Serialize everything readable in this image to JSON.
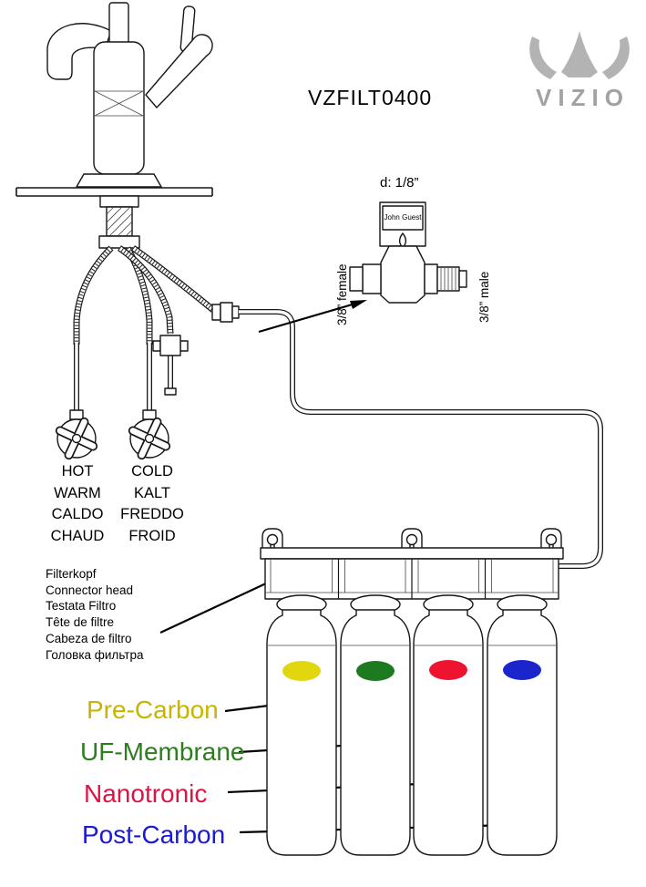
{
  "title": "VZFILT0400",
  "brand": {
    "name": "VIZIO"
  },
  "connector_detail": {
    "size_label": "d: 1/8”",
    "brand_label": "John Guest",
    "left_label": "3/8” female",
    "right_label": "3/8” male"
  },
  "valve_labels": {
    "hot": [
      "HOT",
      "WARM",
      "CALDO",
      "CHAUD"
    ],
    "cold": [
      "COLD",
      "KALT",
      "FREDDO",
      "FROID"
    ]
  },
  "head_labels": [
    "Filterkopf",
    "Connector head",
    "Testata Filtro",
    "Tête de filtre",
    "Cabeza de filtro",
    "Головка фильтра"
  ],
  "filters": [
    {
      "name": "Pre-Carbon",
      "dot_color": "#e2d70e",
      "text_color": "#c9b400"
    },
    {
      "name": "UF-Membrane",
      "dot_color": "#1e7a1e",
      "text_color": "#2e7d1e"
    },
    {
      "name": "Nanotronic",
      "dot_color": "#ee1430",
      "text_color": "#e01345"
    },
    {
      "name": "Post-Carbon",
      "dot_color": "#1c24cc",
      "text_color": "#1a1ad6"
    }
  ]
}
